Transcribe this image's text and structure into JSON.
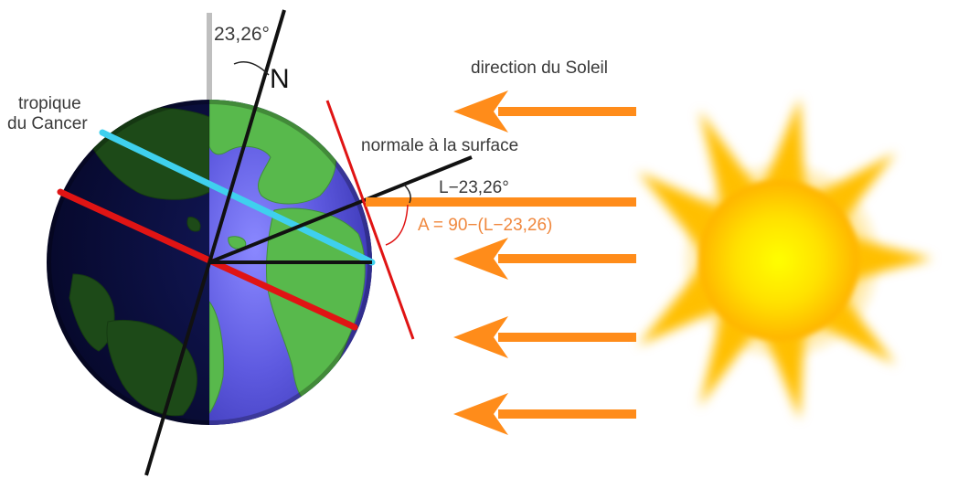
{
  "labels": {
    "tilt_angle": "23,26°",
    "north": "N",
    "sun_direction": "direction du Soleil",
    "tropic_line1": "tropique",
    "tropic_line2": "du Cancer",
    "surface_normal": "normale à la surface",
    "angle_l": "L−23,26°",
    "angle_a": "A = 90−(L−23,26)"
  },
  "colors": {
    "sunlight": "#ff8c1a",
    "tropic_line": "#3fd0ee",
    "equator_line": "#e01414",
    "tangent_line": "#e01414",
    "axis": "#111111",
    "vertical_reference": "#bfbfbf",
    "angle_a_text": "#f0883e",
    "label_text": "#3a3a3a"
  },
  "icons": {
    "earth": "earth-globe-icon",
    "sun": "sun-icon",
    "arrow": "left-arrow-icon"
  }
}
